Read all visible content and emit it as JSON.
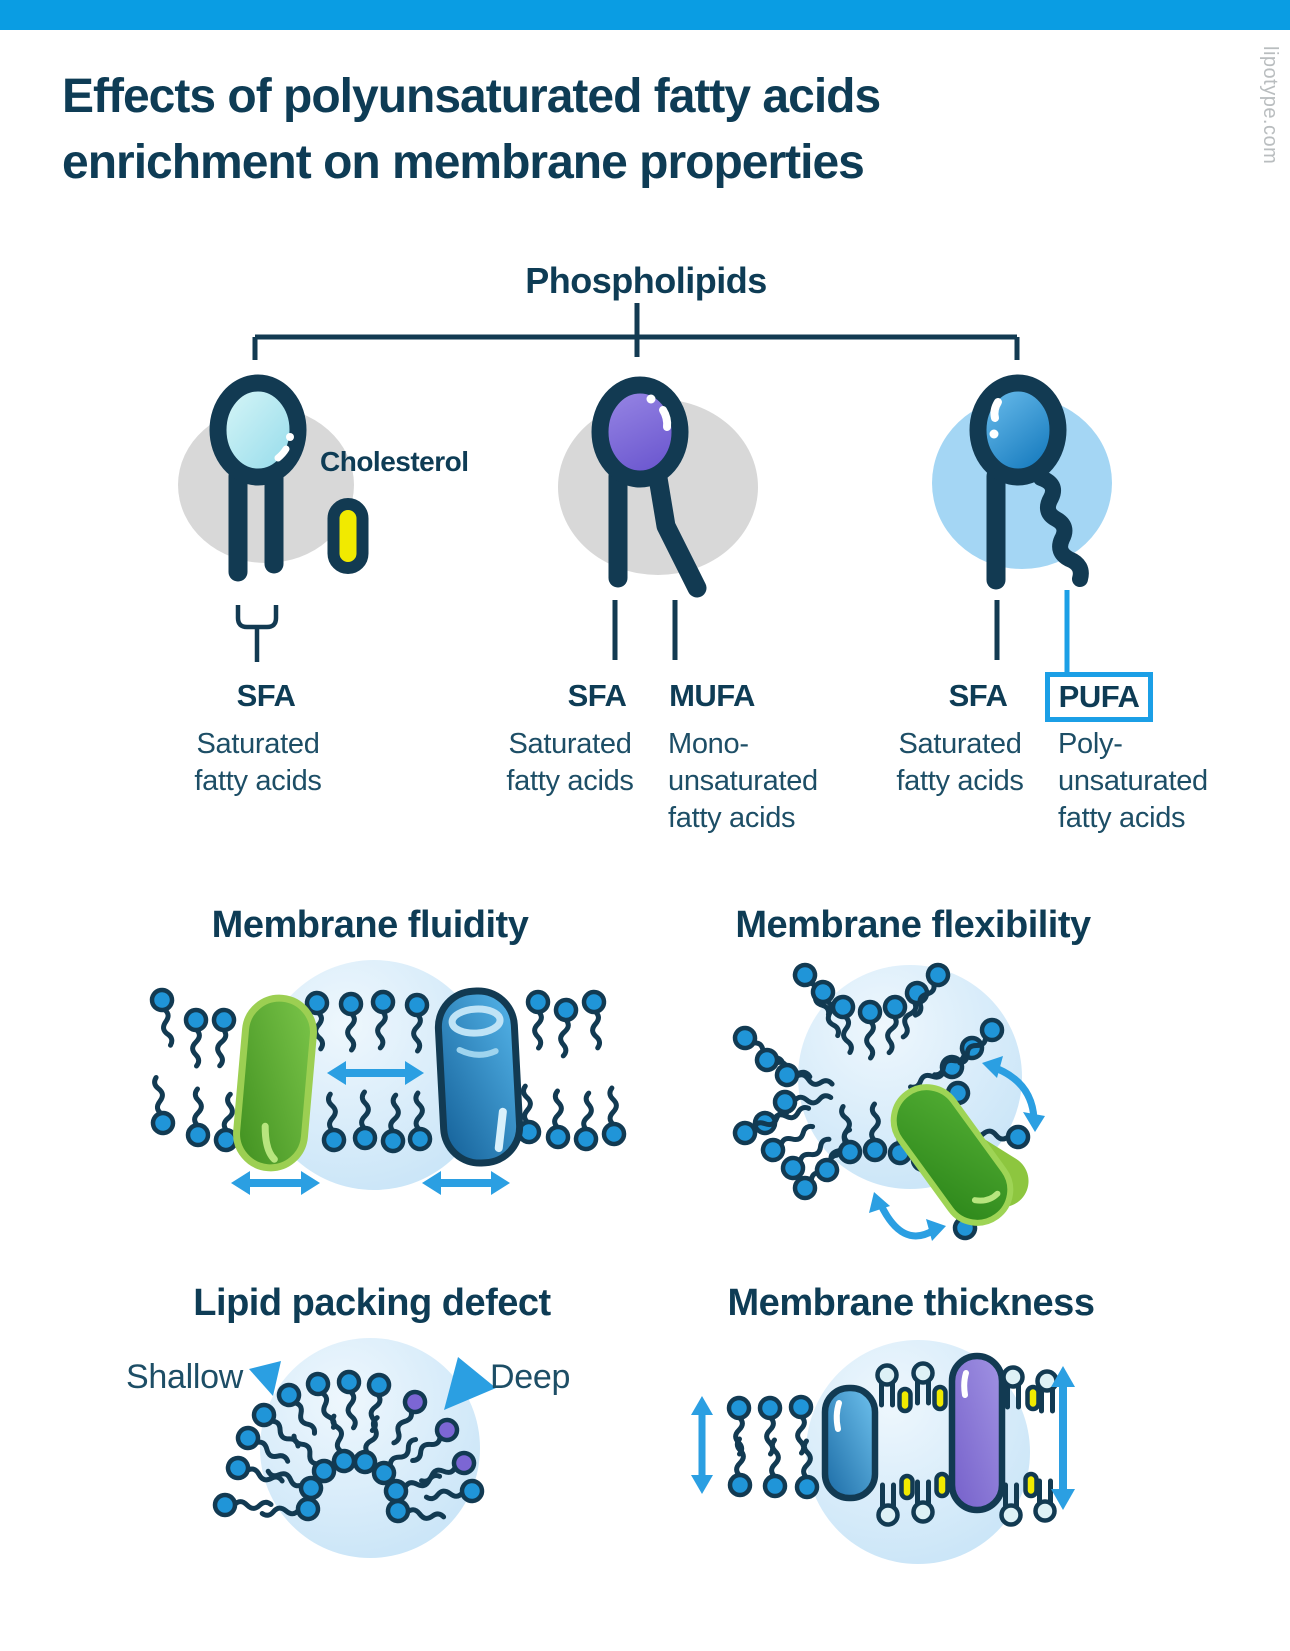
{
  "page": {
    "title": "Effects of polyunsaturated fatty acids\nenrichment on membrane properties",
    "watermark": "lipotype.com"
  },
  "colors": {
    "topbar_blue": "#0a9de3",
    "accent_blue": "#2b9fe2",
    "navy_outline": "#123a52",
    "heading_text": "#0e3c55",
    "body_text": "#1d4e66",
    "head_blue": "#2095d8",
    "head_purple": "#7c66d4",
    "head_pale_cyan": "#ddf1f6",
    "cholesterol_yellow": "#f1ea00",
    "gray_circle": "#d8d8d8",
    "panel_circle": "#cfe7f8",
    "protein_green": "#4a9e28",
    "protein_blue": "#2a7fb8",
    "protein_purple": "#8274d2"
  },
  "tree": {
    "root": "Phospholipids",
    "cholesterol": "Cholesterol",
    "labels": [
      {
        "abbr": "SFA",
        "desc": "Saturated\nfatty acids"
      },
      {
        "abbr": "SFA",
        "desc": "Saturated\nfatty acids"
      },
      {
        "abbr": "MUFA",
        "desc": "Mono-\nunsaturated\nfatty acids"
      },
      {
        "abbr": "SFA",
        "desc": "Saturated\nfatty acids"
      },
      {
        "abbr": "PUFA",
        "desc": "Poly-\nunsaturated\nfatty acids"
      }
    ]
  },
  "panels": [
    {
      "title": "Membrane fluidity"
    },
    {
      "title": "Membrane flexibility"
    },
    {
      "title": "Lipid packing defect",
      "label_left": "Shallow",
      "label_right": "Deep"
    },
    {
      "title": "Membrane thickness"
    }
  ]
}
